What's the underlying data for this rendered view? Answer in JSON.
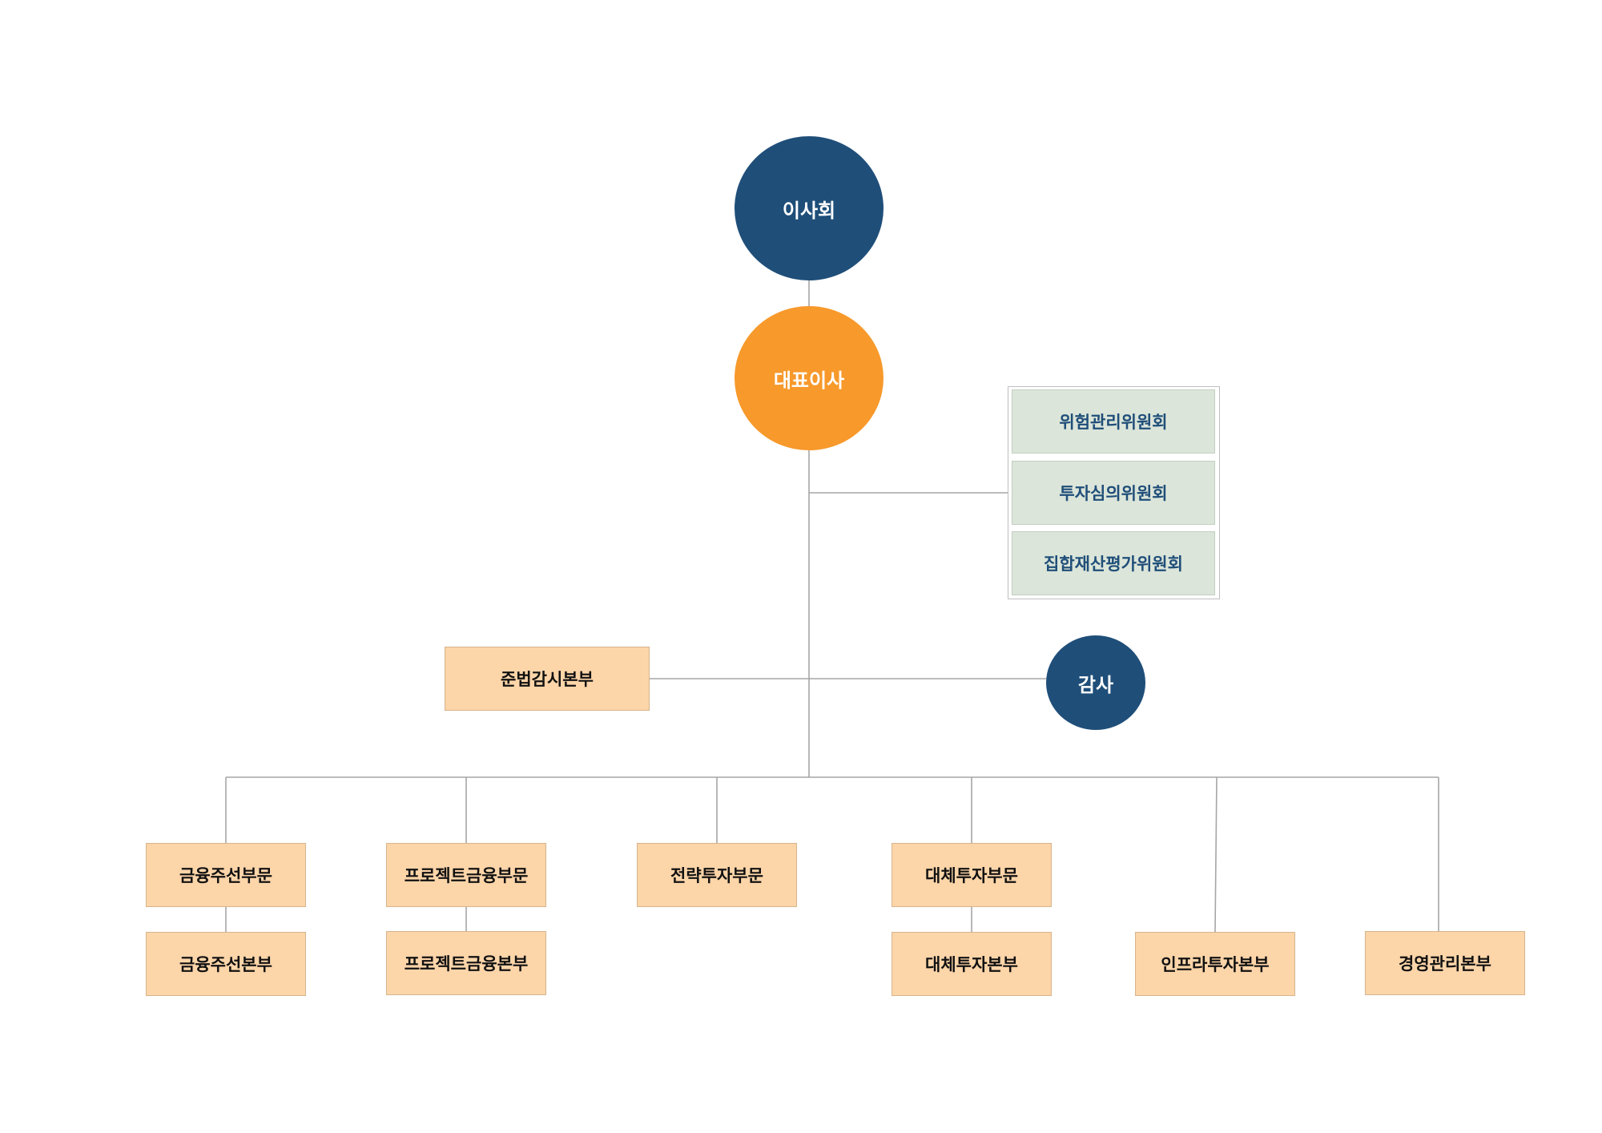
{
  "board": {
    "label": "이사회"
  },
  "ceo": {
    "label": "대표이사"
  },
  "committees": [
    {
      "label": "위험관리위원회"
    },
    {
      "label": "투자심의위원회"
    },
    {
      "label": "집합재산평가위원회"
    }
  ],
  "compliance": {
    "label": "준법감시본부"
  },
  "audit": {
    "label": "감사"
  },
  "divisions": [
    {
      "label": "금융주선부문",
      "sub": "금융주선본부"
    },
    {
      "label": "프로젝트금융부문",
      "sub": "프로젝트금융본부"
    },
    {
      "label": "전략투자부문"
    },
    {
      "label": "대체투자부문",
      "sub": "대체투자본부"
    },
    {
      "label": "인프라투자본부"
    },
    {
      "label": "경영관리본부"
    }
  ],
  "colors": {
    "navy": "#1f4e79",
    "orange": "#f7992b",
    "peach": "#fcd5a9",
    "sage": "#dbe5d9",
    "line": "#a6a6a6"
  }
}
